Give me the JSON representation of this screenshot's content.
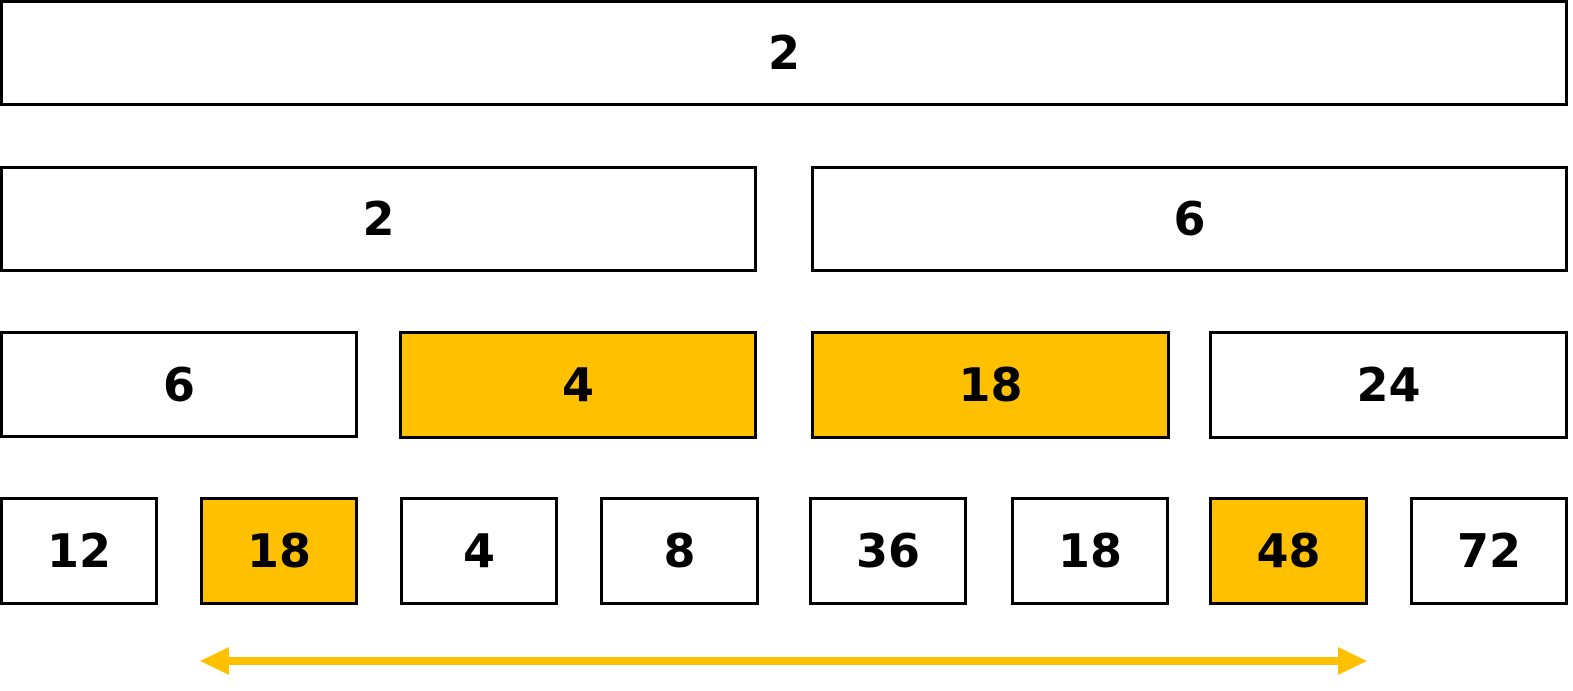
{
  "highlight_color": "#FFC000",
  "levels": [
    [
      {
        "value": "2",
        "highlighted": false
      }
    ],
    [
      {
        "value": "2",
        "highlighted": false
      },
      {
        "value": "6",
        "highlighted": false
      }
    ],
    [
      {
        "value": "6",
        "highlighted": false
      },
      {
        "value": "4",
        "highlighted": true
      },
      {
        "value": "18",
        "highlighted": true
      },
      {
        "value": "24",
        "highlighted": false
      }
    ],
    [
      {
        "value": "12",
        "highlighted": false
      },
      {
        "value": "18",
        "highlighted": true
      },
      {
        "value": "4",
        "highlighted": false
      },
      {
        "value": "8",
        "highlighted": false
      },
      {
        "value": "36",
        "highlighted": false
      },
      {
        "value": "18",
        "highlighted": false
      },
      {
        "value": "48",
        "highlighted": true
      },
      {
        "value": "72",
        "highlighted": false
      }
    ]
  ]
}
